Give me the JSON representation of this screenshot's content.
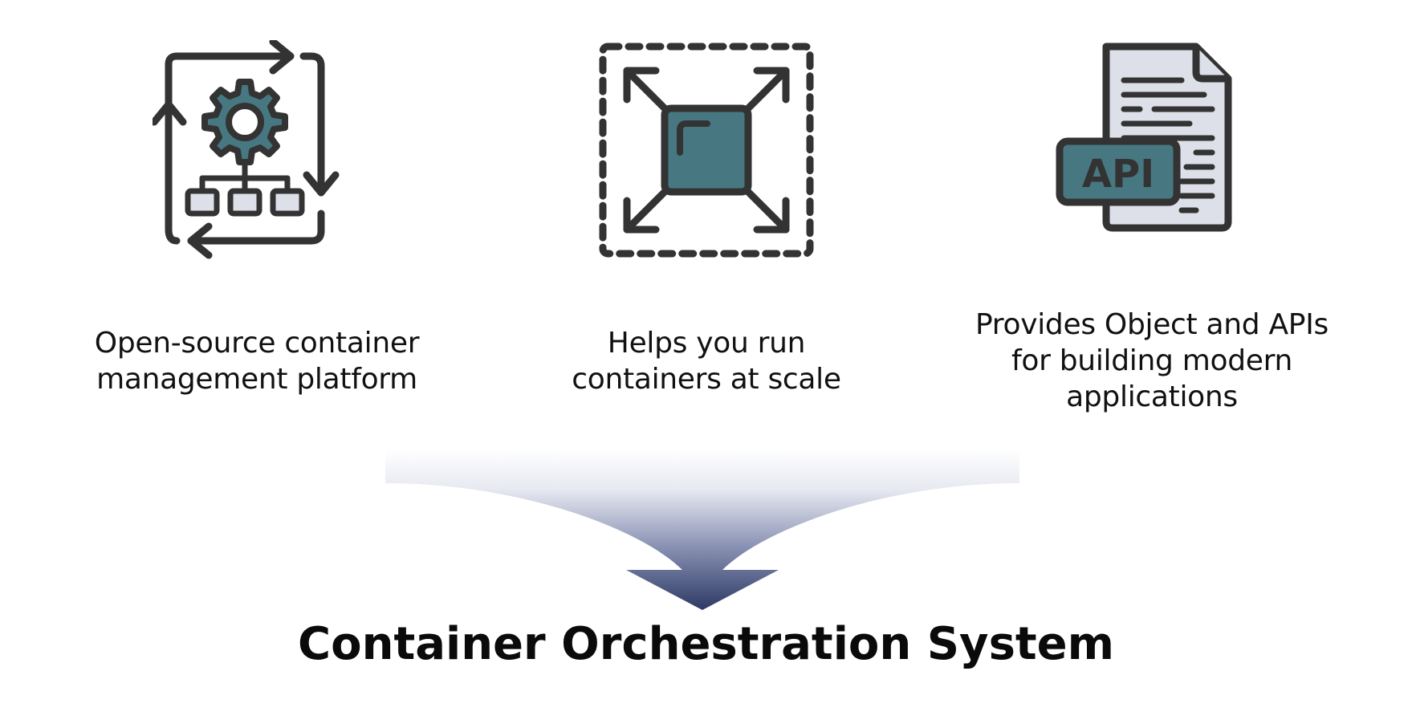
{
  "colors": {
    "stroke": "#333333",
    "accent_teal": "#477882",
    "paper_gray": "#dde0e8",
    "arrow_dark": "#2e3a66",
    "arrow_light": "#ffffff"
  },
  "features": [
    {
      "icon": "orchestration-cycle-icon",
      "caption_lines": [
        "Open-source container",
        "management platform"
      ]
    },
    {
      "icon": "expand-scale-icon",
      "caption_lines": [
        "Helps you run",
        "containers at scale"
      ]
    },
    {
      "icon": "api-document-icon",
      "icon_text": "API",
      "caption_lines": [
        "Provides Object and APIs",
        "for building modern",
        "applications"
      ]
    }
  ],
  "title": "Container Orchestration System"
}
